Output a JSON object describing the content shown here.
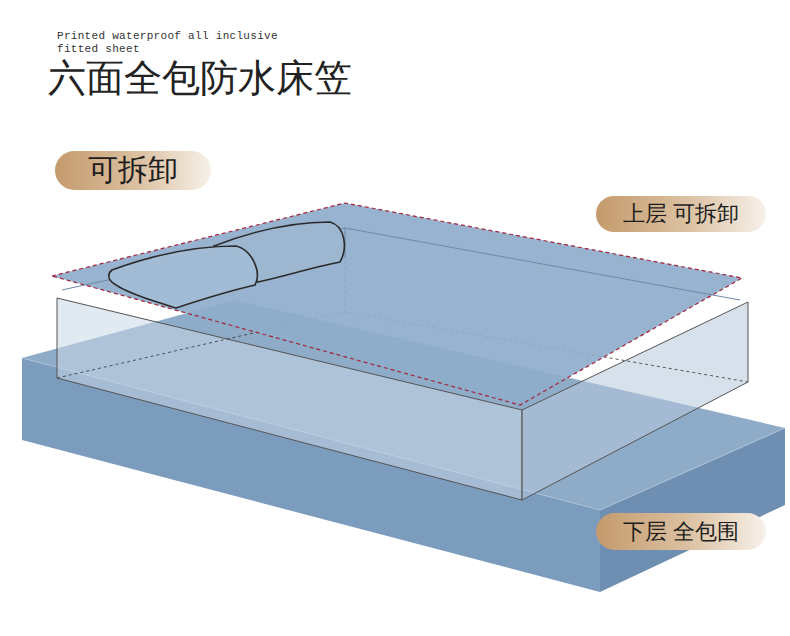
{
  "diagram": {
    "title": "六面全包防水床笠",
    "nodes": [
      {
        "text": [
          "可拆卸"
        ]
      },
      {
        "text": [
          "上层 可拆卸"
        ]
      },
      {
        "text": [
          "下层 全包围"
        ]
      }
    ],
    "labels": [
      "Printed waterproof all inclusive fitted sheet"
    ]
  }
}
